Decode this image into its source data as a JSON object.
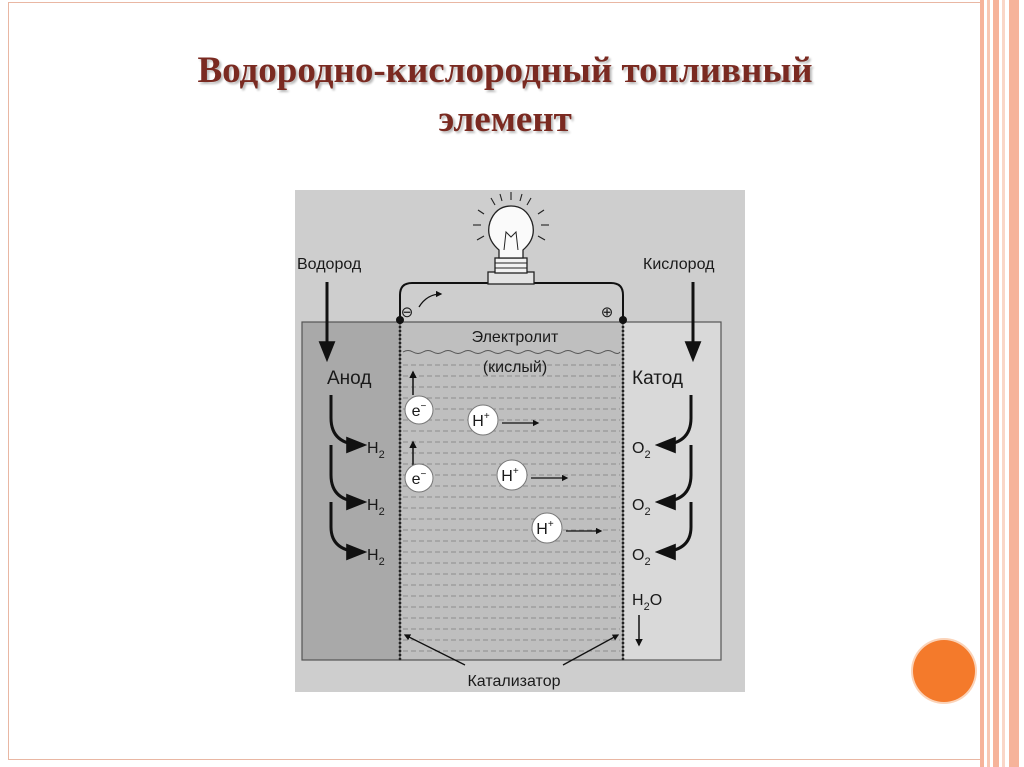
{
  "slide": {
    "title_line1": "Водородно-кислородный топливный",
    "title_line2": "элемент"
  },
  "colors": {
    "title": "#7a2a21",
    "accent_dot": "#f47a2b",
    "frame": "#e9b7a3",
    "stripe": "#f6b39a",
    "diagram_bg": "#cecece",
    "anode_fill": "#a9a9a9"
  },
  "icons": [
    "light-bulb-icon",
    "minus-terminal-icon",
    "plus-terminal-icon"
  ],
  "diagram": {
    "hydrogen_label": "Водород",
    "oxygen_label": "Кислород",
    "anode_label": "Анод",
    "cathode_label": "Катод",
    "electrolyte_line1": "Электролит",
    "electrolyte_line2": "(кислый)",
    "catalyst_label": "Катализатор",
    "minus_sign": "⊖",
    "plus_sign": "⊕",
    "electron": "e",
    "electron_charge": "−",
    "proton": "H",
    "proton_charge": "+",
    "h2_main": "H",
    "h2_sub": "2",
    "o2_main": "O",
    "o2_sub": "2",
    "water_h": "H",
    "water_sub": "2",
    "water_o": "O"
  }
}
